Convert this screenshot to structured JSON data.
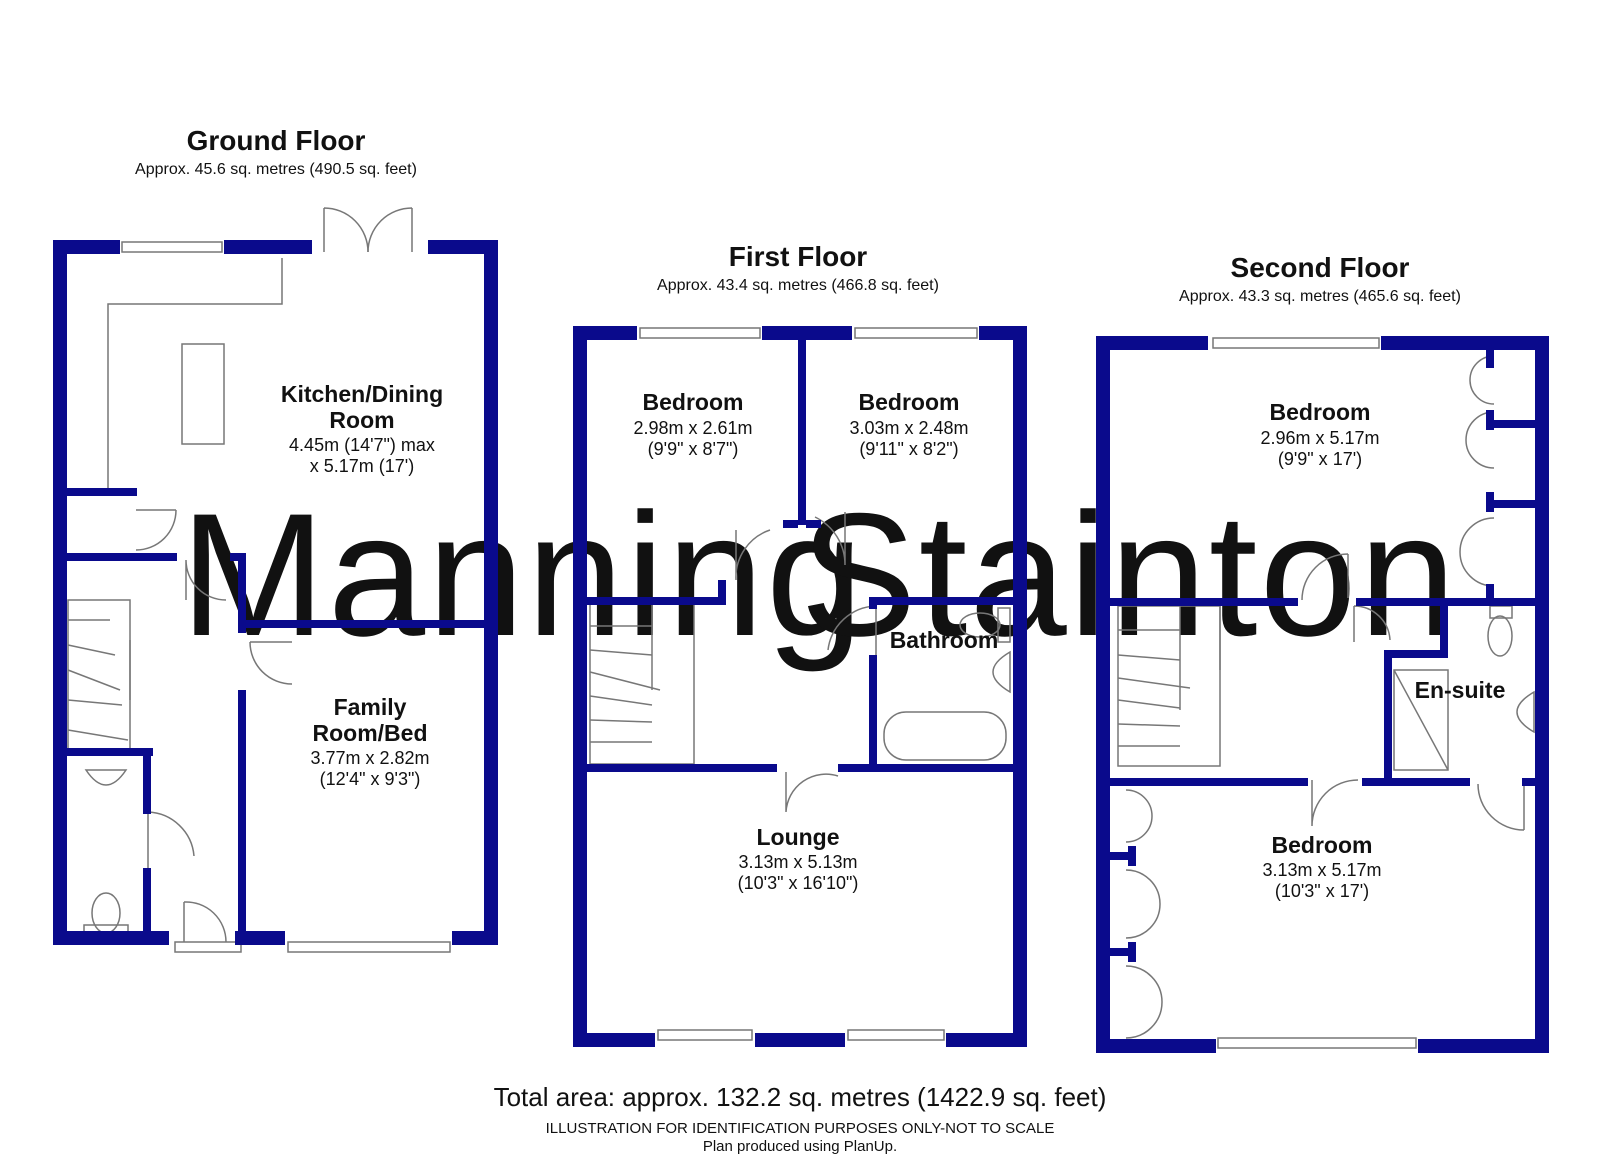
{
  "watermark": {
    "left": "Manning",
    "right": "Stainton",
    "left_color": "#e4e4f2",
    "right_color": "#fbe3e3"
  },
  "colors": {
    "wall": "#0a0a8c",
    "fixture": "#777777",
    "text": "#111111"
  },
  "floors": {
    "ground": {
      "title": "Ground Floor",
      "area": "Approx. 45.6 sq. metres (490.5 sq. feet)",
      "rooms": {
        "kitchen": {
          "name_line1": "Kitchen/Dining",
          "name_line2": "Room",
          "dim_line1": "4.45m (14'7\") max",
          "dim_line2": "x 5.17m (17')"
        },
        "family": {
          "name_line1": "Family",
          "name_line2": "Room/Bed",
          "dim_line1": "3.77m x 2.82m",
          "dim_line2": "(12'4\" x 9'3\")"
        }
      }
    },
    "first": {
      "title": "First Floor",
      "area": "Approx. 43.4 sq. metres (466.8 sq. feet)",
      "rooms": {
        "bedroom1": {
          "name": "Bedroom",
          "dim_line1": "2.98m x 2.61m",
          "dim_line2": "(9'9\" x 8'7\")"
        },
        "bedroom2": {
          "name": "Bedroom",
          "dim_line1": "3.03m x 2.48m",
          "dim_line2": "(9'11\" x 8'2\")"
        },
        "bathroom": {
          "name": "Bathroom"
        },
        "lounge": {
          "name": "Lounge",
          "dim_line1": "3.13m x 5.13m",
          "dim_line2": "(10'3\" x 16'10\")"
        }
      }
    },
    "second": {
      "title": "Second Floor",
      "area": "Approx. 43.3 sq. metres (465.6 sq. feet)",
      "rooms": {
        "bedroom_top": {
          "name": "Bedroom",
          "dim_line1": "2.96m x 5.17m",
          "dim_line2": "(9'9\" x 17')"
        },
        "ensuite": {
          "name": "En-suite"
        },
        "bedroom_bottom": {
          "name": "Bedroom",
          "dim_line1": "3.13m x 5.17m",
          "dim_line2": "(10'3\" x 17')"
        }
      }
    }
  },
  "footer": {
    "total": "Total area: approx. 132.2 sq. metres (1422.9 sq. feet)",
    "disclaimer": "ILLUSTRATION FOR IDENTIFICATION PURPOSES ONLY-NOT TO SCALE",
    "produced": "Plan produced using PlanUp."
  }
}
